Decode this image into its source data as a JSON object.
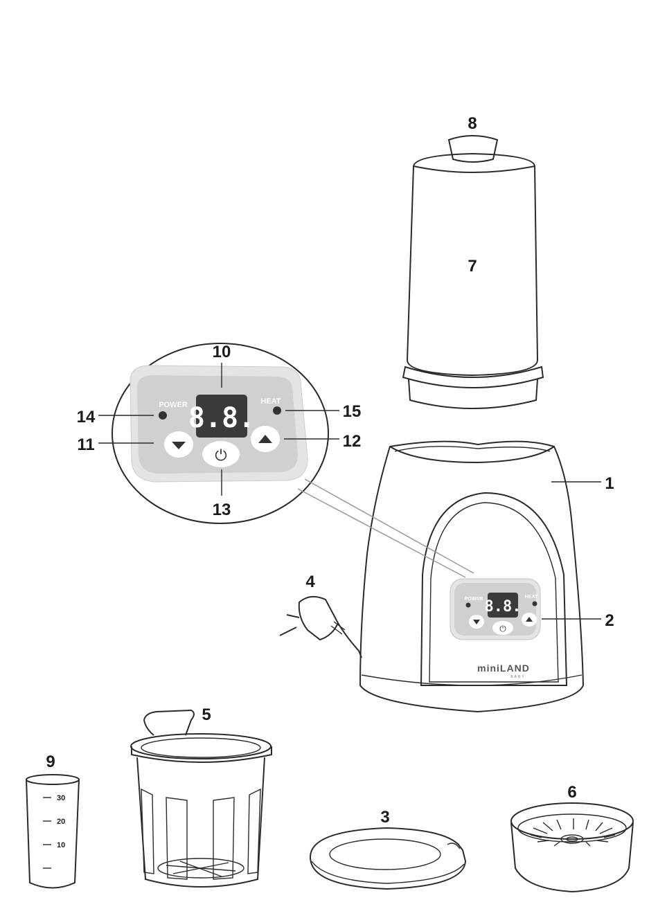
{
  "callouts": {
    "c1": "1",
    "c2": "2",
    "c3": "3",
    "c4": "4",
    "c5": "5",
    "c6": "6",
    "c7": "7",
    "c8": "8",
    "c9": "9",
    "c10": "10",
    "c11": "11",
    "c12": "12",
    "c13": "13",
    "c14": "14",
    "c15": "15"
  },
  "panel": {
    "power_label": "POWER",
    "heat_label": "HEAT",
    "display": "8.8.",
    "power_symbol": "⏻"
  },
  "brand": {
    "name": "miniLAND",
    "sub": "BABY"
  },
  "cup": {
    "ticks": [
      "30",
      "20",
      "10"
    ]
  },
  "colors": {
    "panel_gray": "#d0d0d0",
    "panel_border": "#e4e4e4",
    "display_bg": "#3a3a3a",
    "outline": "#2a2a2a"
  }
}
